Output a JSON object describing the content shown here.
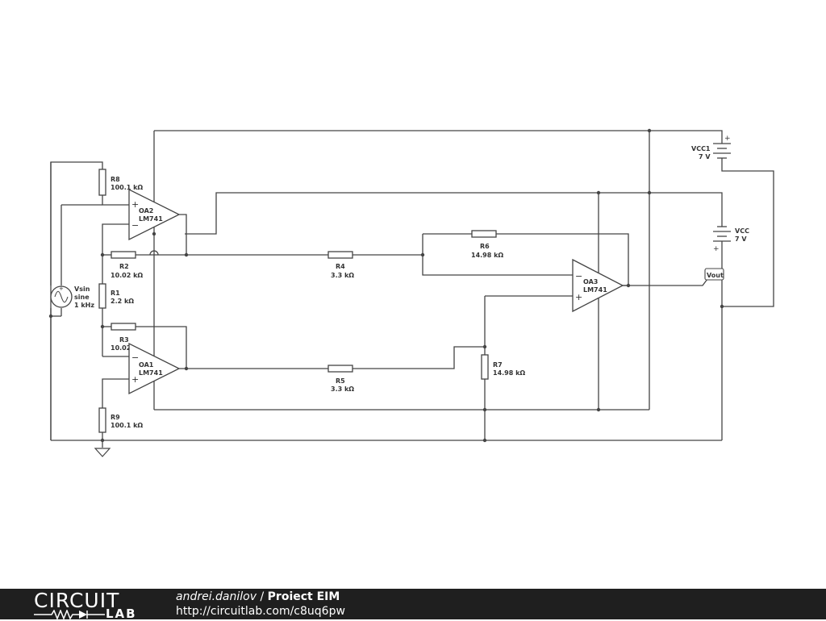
{
  "components": {
    "r1": {
      "ref": "R1",
      "value": "2.2 kΩ"
    },
    "r2": {
      "ref": "R2",
      "value": "10.02 kΩ"
    },
    "r3": {
      "ref": "R3",
      "value": "10.02"
    },
    "r4": {
      "ref": "R4",
      "value": "3.3 kΩ"
    },
    "r5": {
      "ref": "R5",
      "value": "3.3 kΩ"
    },
    "r6": {
      "ref": "R6",
      "value": "14.98 kΩ"
    },
    "r7": {
      "ref": "R7",
      "value": "14.98 kΩ"
    },
    "r8": {
      "ref": "R8",
      "value": "100.1 kΩ"
    },
    "r9": {
      "ref": "R9",
      "value": "100.1 kΩ"
    },
    "oa1": {
      "ref": "OA1",
      "model": "LM741"
    },
    "oa2": {
      "ref": "OA2",
      "model": "LM741"
    },
    "oa3": {
      "ref": "OA3",
      "model": "LM741"
    },
    "vsin": {
      "ref": "Vsin",
      "type": "sine",
      "freq": "1 kHz"
    },
    "vcc": {
      "ref": "VCC",
      "value": "7 V"
    },
    "vcc1": {
      "ref": "VCC1",
      "value": "7 V"
    },
    "vout": {
      "label": "Vout"
    }
  },
  "footer": {
    "logo_top": "CIRCUIT",
    "logo_bottom": "LAB",
    "author": "andrei.danilov",
    "separator": " / ",
    "title": "Proiect EIM",
    "url": "http://circuitlab.com/c8uq6pw"
  }
}
